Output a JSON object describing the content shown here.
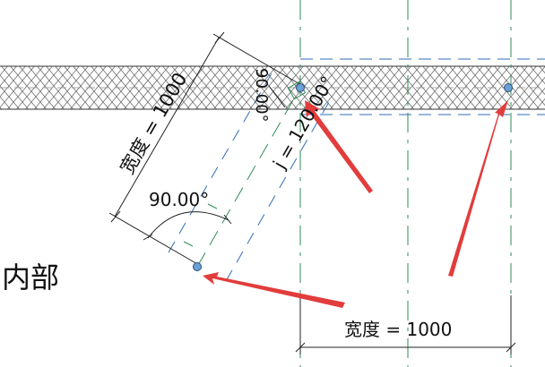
{
  "labels": {
    "width_left": "宽度 = 1000",
    "width_bottom": "宽度 = 1000",
    "angle_left": "90.00°",
    "angle_top": "90.00°",
    "join_angle": "j = 120.00°",
    "interior": "内部"
  },
  "colors": {
    "hatch": "#666666",
    "wall_edge": "#333333",
    "ref_line_green": "#2e8b57",
    "ref_line_blue": "#2f6db5",
    "arrow_red": "#e23c3c",
    "dim_line": "#222222",
    "pick_point": "#6aa0d8"
  }
}
